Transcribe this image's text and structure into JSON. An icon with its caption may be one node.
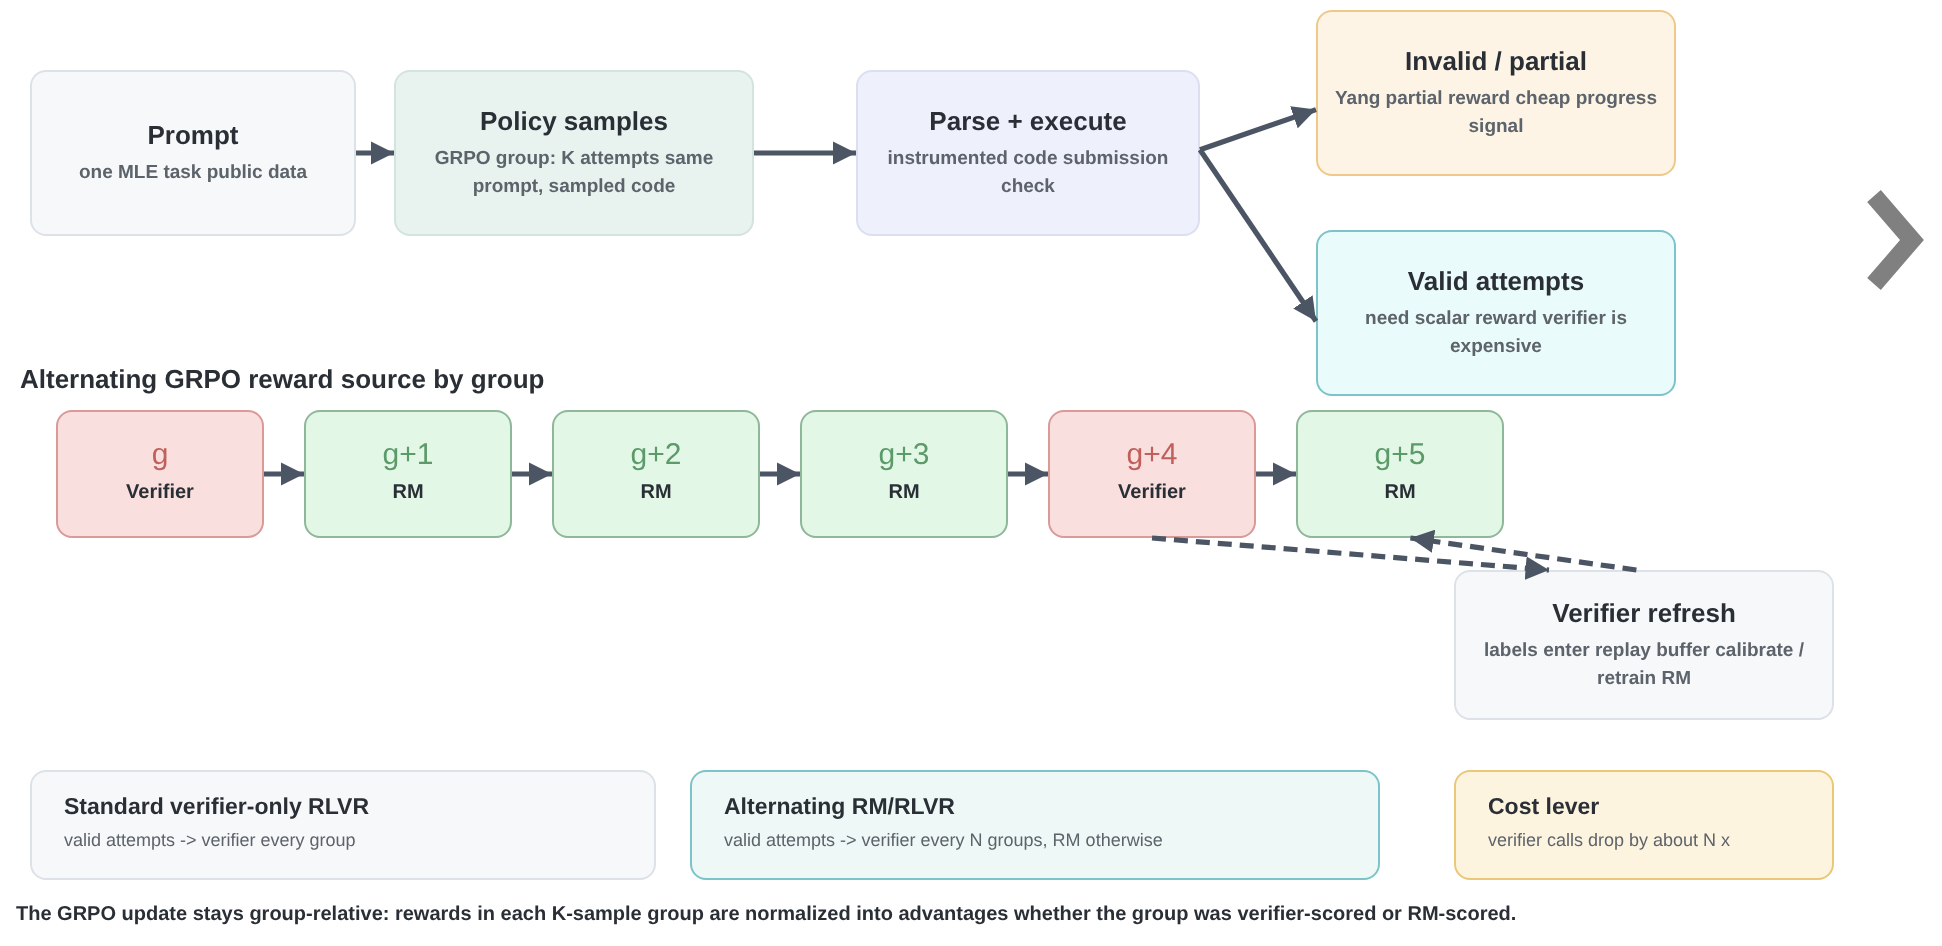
{
  "diagram": {
    "caption": "The GRPO update stays group-relative: rewards in each K-sample group are normalized into advantages whether the group was verifier-scored or RM-scored.",
    "nodes": [
      {
        "text": [
          "Prompt",
          "one MLE task public data"
        ]
      },
      {
        "text": [
          "Policy samples",
          "GRPO group: K attempts same prompt, sampled code"
        ]
      },
      {
        "text": [
          "Parse + execute",
          "instrumented code submission check"
        ]
      },
      {
        "text": [
          "Invalid / partial",
          "Yang partial reward cheap progress signal"
        ]
      },
      {
        "text": [
          "Valid attempts",
          "need scalar reward verifier is expensive"
        ]
      },
      {
        "text": [
          "g",
          "Verifier"
        ]
      },
      {
        "text": [
          "g+1",
          "RM"
        ]
      },
      {
        "text": [
          "g+2",
          "RM"
        ]
      },
      {
        "text": [
          "g+3",
          "RM"
        ]
      },
      {
        "text": [
          "g+4",
          "Verifier"
        ]
      },
      {
        "text": [
          "g+5",
          "RM"
        ]
      },
      {
        "text": [
          "Verifier refresh",
          "labels enter replay buffer calibrate / retrain RM"
        ]
      },
      {
        "text": [
          "Standard verifier-only RLVR",
          "valid attempts -> verifier every group"
        ]
      },
      {
        "text": [
          "Alternating RM/RLVR",
          "valid attempts -> verifier every N groups, RM otherwise"
        ]
      },
      {
        "text": [
          "Cost lever",
          "verifier calls drop by about N x"
        ]
      }
    ],
    "edges": [
      {
        "from": 0,
        "to": 1,
        "arrow": "to"
      },
      {
        "from": 1,
        "to": 2,
        "arrow": "to"
      },
      {
        "from": 2,
        "to": 3,
        "arrow": "to"
      },
      {
        "from": 2,
        "to": 4,
        "arrow": "to"
      },
      {
        "from": 5,
        "to": 6,
        "arrow": "to"
      },
      {
        "from": 6,
        "to": 7,
        "arrow": "to"
      },
      {
        "from": 7,
        "to": 8,
        "arrow": "to"
      },
      {
        "from": 8,
        "to": 9,
        "arrow": "to"
      },
      {
        "from": 9,
        "to": 10,
        "arrow": "to"
      },
      {
        "from": 9,
        "to": 11,
        "arrow": "to",
        "style": "dashed"
      },
      {
        "from": 11,
        "to": 10,
        "arrow": "to",
        "style": "dashed"
      }
    ],
    "labels": [
      "Alternating GRPO reward source by group"
    ]
  }
}
